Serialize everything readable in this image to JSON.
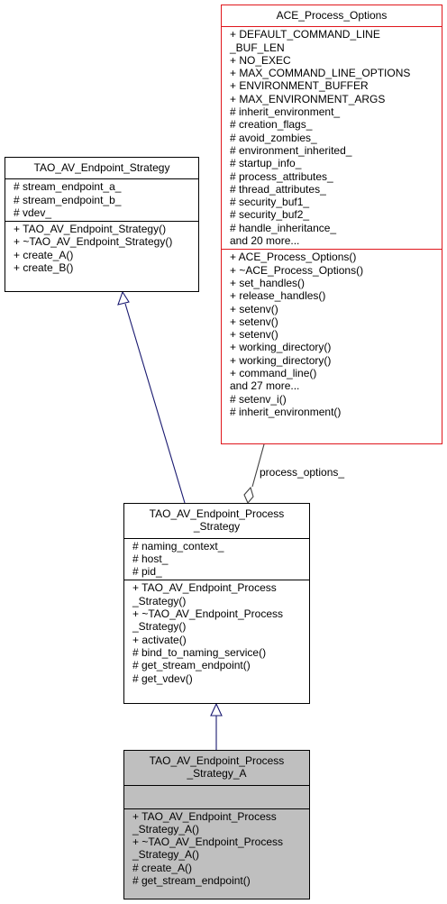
{
  "classes": {
    "strategy": {
      "title": [
        "TAO_AV_Endpoint_Strategy"
      ],
      "attributes": [
        "# stream_endpoint_a_",
        "# stream_endpoint_b_",
        "# vdev_"
      ],
      "methods": [
        "+ TAO_AV_Endpoint_Strategy()",
        "+ ~TAO_AV_Endpoint_Strategy()",
        "+ create_A()",
        "+ create_B()"
      ]
    },
    "options": {
      "title": [
        "ACE_Process_Options"
      ],
      "attributes": [
        "+ DEFAULT_COMMAND_LINE",
        "_BUF_LEN",
        "+ NO_EXEC",
        "+ MAX_COMMAND_LINE_OPTIONS",
        "+ ENVIRONMENT_BUFFER",
        "+ MAX_ENVIRONMENT_ARGS",
        "# inherit_environment_",
        "# creation_flags_",
        "# avoid_zombies_",
        "# environment_inherited_",
        "# startup_info_",
        "# process_attributes_",
        "# thread_attributes_",
        "# security_buf1_",
        "# security_buf2_",
        "# handle_inheritance_",
        "and 20 more..."
      ],
      "methods": [
        "+ ACE_Process_Options()",
        "+ ~ACE_Process_Options()",
        "+ set_handles()",
        "+ release_handles()",
        "+ setenv()",
        "+ setenv()",
        "+ setenv()",
        "+ working_directory()",
        "+ working_directory()",
        "+ command_line()",
        "and 27 more...",
        "# setenv_i()",
        "# inherit_environment()"
      ]
    },
    "process_strategy": {
      "title": [
        "TAO_AV_Endpoint_Process",
        "_Strategy"
      ],
      "attributes": [
        "# naming_context_",
        "# host_",
        "# pid_"
      ],
      "methods": [
        "+ TAO_AV_Endpoint_Process",
        "_Strategy()",
        "+ ~TAO_AV_Endpoint_Process",
        "_Strategy()",
        "+ activate()",
        "# bind_to_naming_service()",
        "# get_stream_endpoint()",
        "# get_vdev()"
      ]
    },
    "process_strategy_a": {
      "title": [
        "TAO_AV_Endpoint_Process",
        "_Strategy_A"
      ],
      "attributes": [],
      "methods": [
        "+ TAO_AV_Endpoint_Process",
        "_Strategy_A()",
        "+ ~TAO_AV_Endpoint_Process",
        "_Strategy_A()",
        "# create_A()",
        "# get_stream_endpoint()"
      ]
    }
  },
  "edges": {
    "process_options_label": "process_options_"
  },
  "colors": {
    "inheritance_edge": "#191970",
    "composition_edge": "#404040",
    "highlight_border": "#e0161c",
    "focus_fill": "#bfbfbf"
  }
}
